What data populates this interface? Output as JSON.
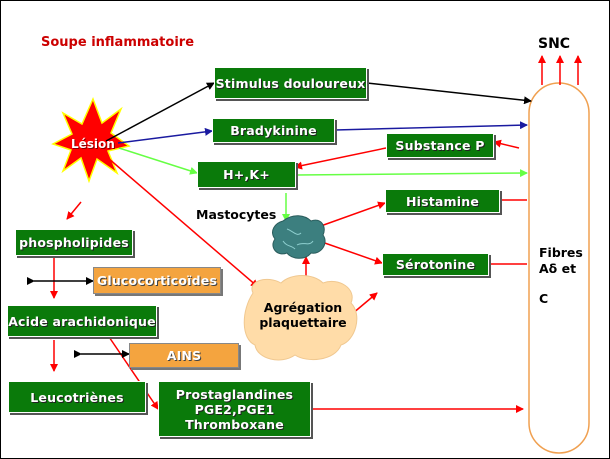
{
  "title": "Soupe inflammatoire",
  "snc": "SNC",
  "lesion": "Lésion",
  "boxes": {
    "stimulus": "Stimulus douloureux",
    "bradykinine": "Bradykinine",
    "substance_p": "Substance P",
    "ions": "H+,K+",
    "histamine": "Histamine",
    "serotonine": "Sérotonine",
    "phospholipides": "phospholipides",
    "glucocorticoides": "Glucocorticoïdes",
    "acide_arachidonique": "Acide arachidonique",
    "ains": "AINS",
    "leucotrienes": "Leucotriènes",
    "prostaglandines": [
      "Prostaglandines",
      "PGE2,PGE1",
      "Thromboxane"
    ]
  },
  "mastocytes": "Mastocytes",
  "agregation": [
    "Agrégation",
    "plaquettaire"
  ],
  "fibres": [
    "Fibres",
    "Aδ et",
    "C"
  ],
  "colors": {
    "green": "#0a7a0a",
    "orange": "#f4a43f",
    "red": "#ff0000",
    "blue": "#1a1aa0",
    "light_green": "#66ff44",
    "peach": "#ffdca8",
    "title": "#cc0000",
    "mast": "#3c7f7f"
  }
}
